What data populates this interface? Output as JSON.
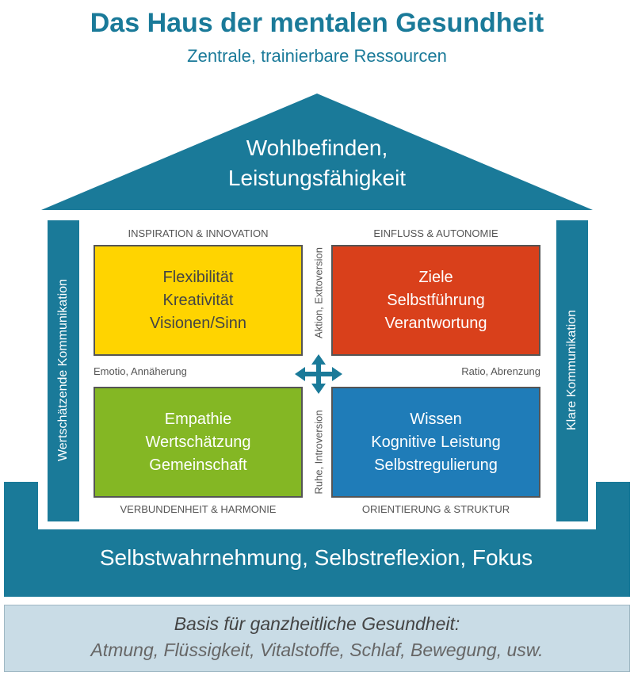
{
  "header": {
    "title": "Das Haus der mentalen Gesundheit",
    "subtitle": "Zentrale, trainierbare Ressourcen"
  },
  "roof": {
    "line1": "Wohlbefinden,",
    "line2": "Leistungsfähigkeit"
  },
  "pillars": {
    "left": "Wertschätzende Kommunikation",
    "right": "Klare Kommunikation"
  },
  "quadrants": {
    "top_left": {
      "label": "INSPIRATION & INNOVATION",
      "lines": [
        "Flexibilität",
        "Kreativität",
        "Visionen/Sinn"
      ],
      "color": "#ffd400"
    },
    "top_right": {
      "label": "EINFLUSS & AUTONOMIE",
      "lines": [
        "Ziele",
        "Selbstführung",
        "Verantwortung"
      ],
      "color": "#d9401b"
    },
    "bottom_left": {
      "label": "VERBUNDENHEIT & HARMONIE",
      "lines": [
        "Empathie",
        "Wertschätzung",
        "Gemeinschaft"
      ],
      "color": "#84b724"
    },
    "bottom_right": {
      "label": "ORIENTIERUNG & STRUKTUR",
      "lines": [
        "Wissen",
        "Kognitive Leistung",
        "Selbstregulierung"
      ],
      "color": "#1f7cb8"
    }
  },
  "axes": {
    "top": "Aktion, Exttoversion",
    "bottom": "Ruhe, Introversion",
    "left": "Emotio, Annäherung",
    "right": "Ratio, Abrenzung"
  },
  "base": {
    "text": "Selbstwahrnehmung, Selbstreflexion, Fokus"
  },
  "foundation": {
    "line1": "Basis für ganzheitliche Gesundheit:",
    "line2": "Atmung, Flüssigkeit, Vitalstoffe, Schlaf, Bewegung, usw."
  },
  "colors": {
    "primary": "#1a7a99",
    "foundation_bg": "#c9dce6"
  }
}
